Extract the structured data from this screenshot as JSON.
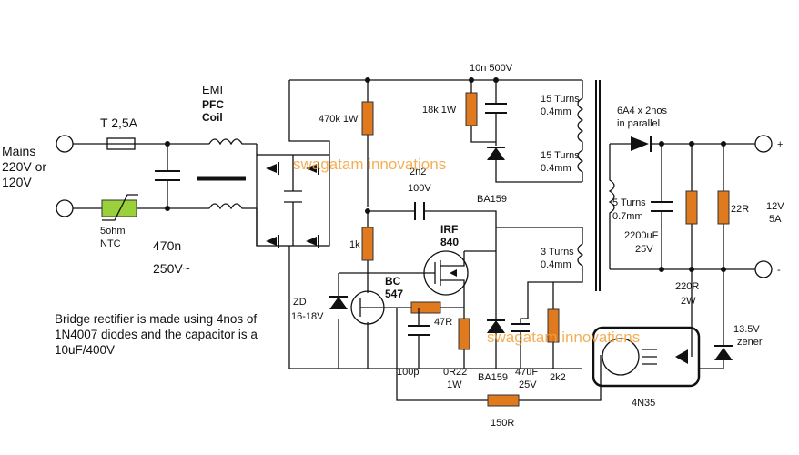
{
  "input": {
    "line1": "Mains",
    "line2": "220V or",
    "line3": "120V"
  },
  "fuse": "T 2,5A",
  "emi": {
    "line1": "EMI",
    "line2": "PFC",
    "line3": "Coil"
  },
  "ntc": {
    "line1": "5ohm",
    "line2": "NTC"
  },
  "x_cap": {
    "value": "470n",
    "rating": "250V~"
  },
  "snubber_cap": "10n 500V",
  "r_start": "470k 1W",
  "r_snubber": "18k 1W",
  "coupling_cap": {
    "value": "2n2",
    "rating": "100V"
  },
  "d_snubber": "BA159",
  "r_bias": "1k",
  "mosfet": {
    "line1": "IRF",
    "line2": "840"
  },
  "transistor": {
    "line1": "BC",
    "line2": "547"
  },
  "zener_in": {
    "line1": "ZD",
    "line2": "16-18V"
  },
  "r_gate": "47R",
  "cap_100p": "100p",
  "r_sense": {
    "line1": "0R22",
    "line2": "1W"
  },
  "d_aux": "BA159",
  "cap_aux": {
    "line1": "47uF",
    "line2": "25V"
  },
  "r_2k2": "2k2",
  "r_fb": "150R",
  "optocoupler": "4N35",
  "prim1": {
    "line1": "15 Turns",
    "line2": "0.4mm"
  },
  "prim2": {
    "line1": "15 Turns",
    "line2": "0.4mm"
  },
  "aux": {
    "line1": "3 Turns",
    "line2": "0.4mm"
  },
  "sec": {
    "line1": "5 Turns",
    "line2": "0.7mm"
  },
  "out_diode": {
    "line1": "6A4 x 2nos",
    "line2": "in parallel"
  },
  "out_cap": {
    "line1": "2200uF",
    "line2": "25V"
  },
  "r_load": "22R",
  "r_opto": {
    "line1": "220R",
    "line2": "2W"
  },
  "zener_out": {
    "line1": "13.5V",
    "line2": "zener"
  },
  "output": {
    "voltage": "12V",
    "current": "5A",
    "plus": "+",
    "minus": "-"
  },
  "note": "Bridge rectifier is made using 4nos of 1N4007 diodes and the capacitor is a 10uF/400V",
  "watermark": "swagatam innovations"
}
